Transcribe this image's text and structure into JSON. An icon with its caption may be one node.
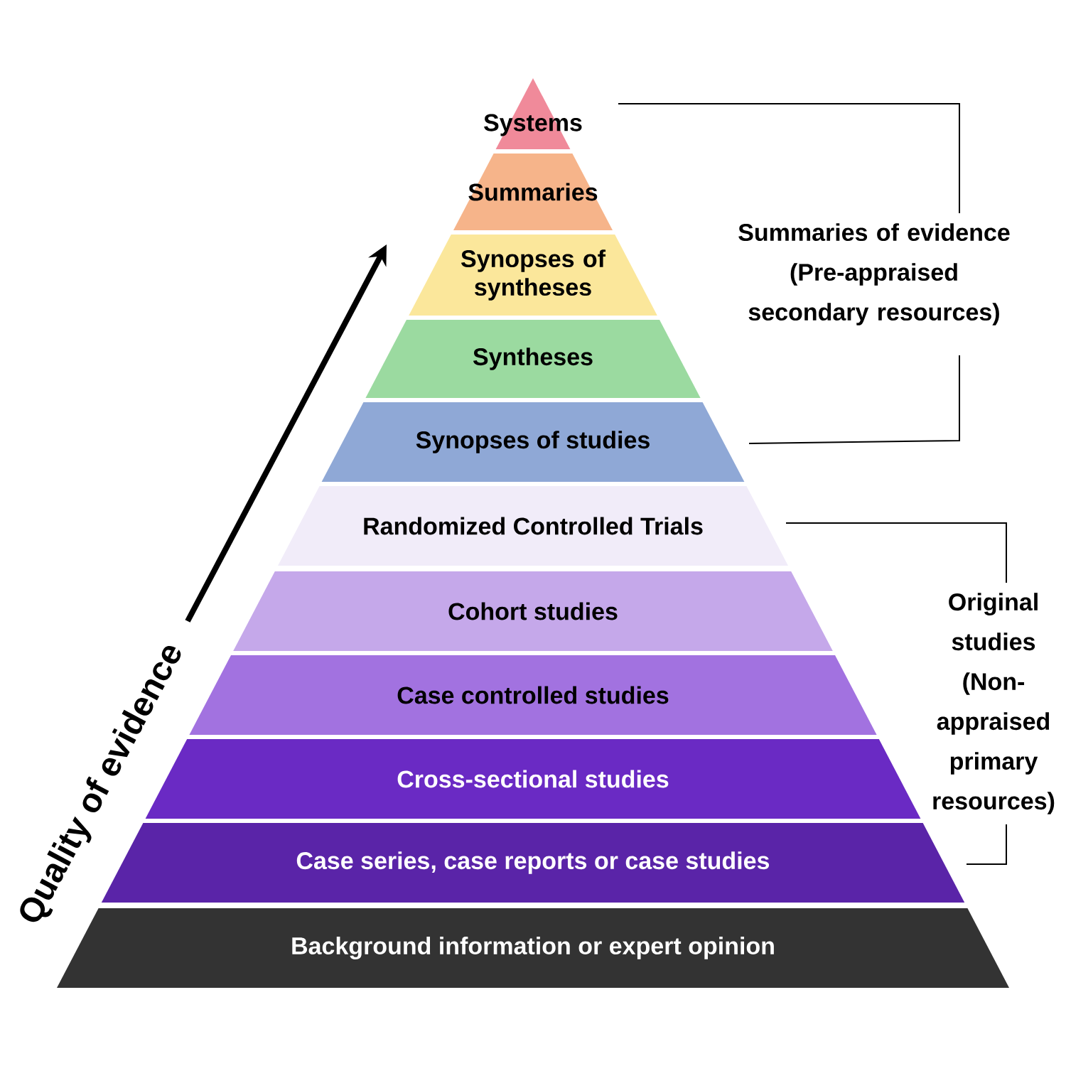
{
  "diagram": {
    "nodes": [
      {
        "text": [
          "Systems"
        ]
      },
      {
        "text": [
          "Summaries"
        ]
      },
      {
        "text": [
          "Synopses of syntheses"
        ]
      },
      {
        "text": [
          "Syntheses"
        ]
      },
      {
        "text": [
          "Synopses of studies"
        ]
      },
      {
        "text": [
          "Randomized Controlled Trials"
        ]
      },
      {
        "text": [
          "Cohort studies"
        ]
      },
      {
        "text": [
          "Case controlled studies"
        ]
      },
      {
        "text": [
          "Cross-sectional studies"
        ]
      },
      {
        "text": [
          "Case series, case reports or case studies"
        ]
      },
      {
        "text": [
          "Background information or expert opinion"
        ]
      }
    ],
    "labels": [
      "Summaries of evidence (Pre-appraised secondary resources)",
      "Original studies (Non-appraised primary resources)",
      "Quality of evidence"
    ]
  }
}
